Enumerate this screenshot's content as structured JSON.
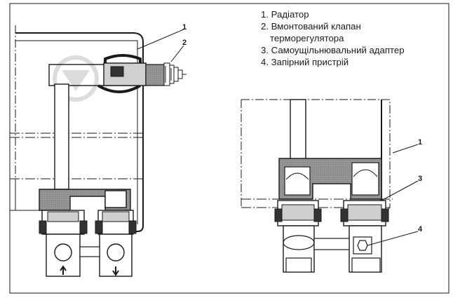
{
  "legend": [
    "1. Радіатор",
    "2. Вмонтований клапан\nтерморегулятора",
    "3. Самоущільнювальний адаптер",
    "4. Запірний пристрій"
  ],
  "legend_lines": {
    "item1": "1. Радіатор",
    "item2_line1": "2. Вмонтований клапан",
    "item2_line2": "терморегулятора",
    "item3": "3. Самоущільнювальний адаптер",
    "item4": "4. Запірний пристрій"
  },
  "callouts": {
    "left_radiator": "1",
    "left_valve": "2",
    "right_radiator": "1",
    "right_adapter": "3",
    "right_shutoff": "4"
  },
  "colors": {
    "line": "#1a1a1a",
    "hatch_fill": "#8a8a8a",
    "watermark": "#d9d9d9"
  }
}
